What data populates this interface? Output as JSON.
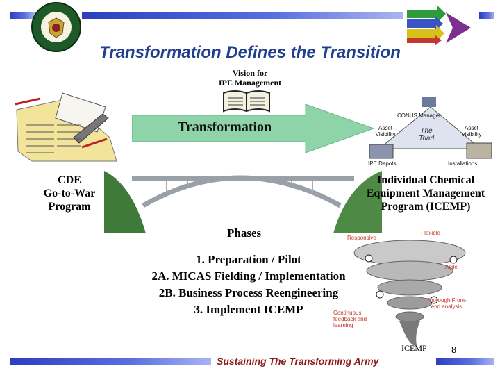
{
  "header": {
    "title": "Transformation Defines the Transition"
  },
  "vision": {
    "line1": "Vision for",
    "line2": "IPE Management"
  },
  "arrow": {
    "label": "Transformation"
  },
  "triad": {
    "manager": "CONUS Manager",
    "asset_left": "Asset Visibility",
    "center": "The Triad",
    "asset_right": "Asset Visibility",
    "depots": "IPE Depots",
    "installations": "Installations"
  },
  "left_program": {
    "line1": "CDE",
    "line2": "Go-to-War",
    "line3": "Program"
  },
  "right_program": {
    "line1": "Individual Chemical",
    "line2": "Equipment Management",
    "line3": "Program (ICEMP)"
  },
  "phases": {
    "heading": "Phases",
    "items": [
      "1. Preparation / Pilot",
      "2A. MICAS Fielding / Implementation",
      "2B. Business Process Reengineering",
      "3. Implement ICEMP"
    ]
  },
  "tornado": {
    "responsive": "Responsive",
    "flexible": "Flexible",
    "agile": "Agile",
    "thorough": "Thorough Front-end analysis",
    "continuous": "Continuous feedback and learning",
    "icemp": "ICEMP"
  },
  "footer": {
    "slogan": "Sustaining The Transforming Army",
    "page": "8"
  },
  "colors": {
    "title_blue": "#1f3f8f",
    "arrow_green": "#8fd4a8",
    "footer_red": "#8b1a1a",
    "accent_red": "#c0392b"
  }
}
